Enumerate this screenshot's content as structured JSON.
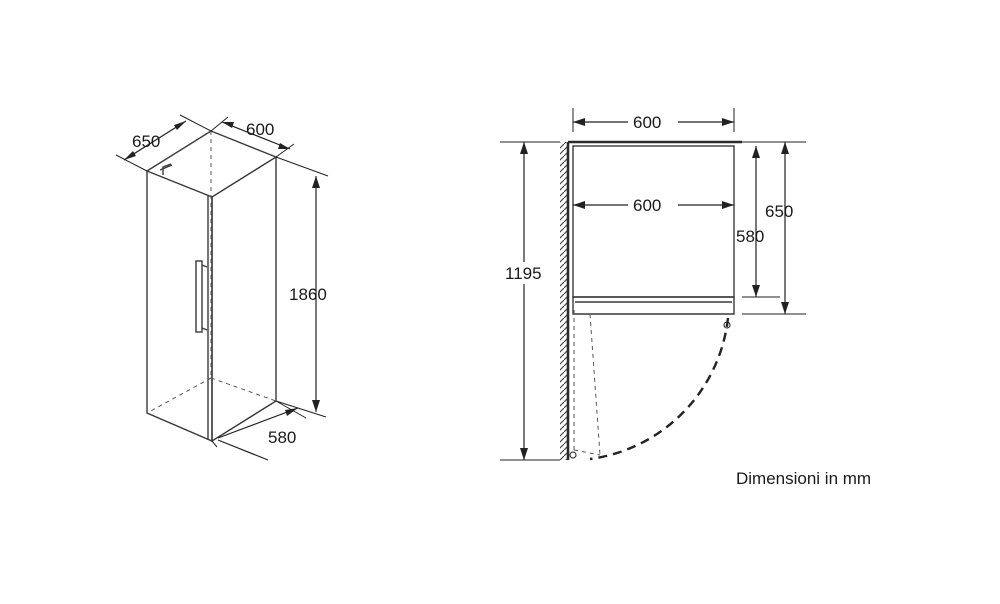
{
  "dimensions_3d": {
    "depth": "650",
    "width": "600",
    "height": "1860",
    "base_depth": "580"
  },
  "dimensions_plan": {
    "overall_width": "600",
    "inner_width": "600",
    "height": "1195",
    "depth_580": "580",
    "depth_650": "650"
  },
  "caption": "Dimensioni in mm"
}
